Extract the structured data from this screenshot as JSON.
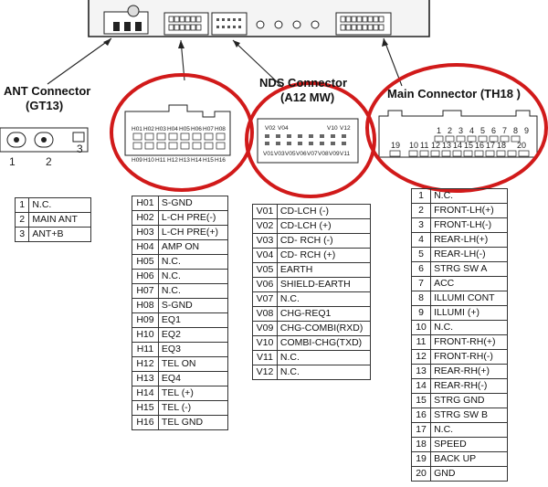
{
  "labels": {
    "ant_connector_title": "ANT Connector",
    "ant_connector_code": "(GT13)",
    "nds_connector_title": "NDS Connector",
    "nds_connector_code": "(A12 MW)",
    "main_connector_title": "Main Connector (TH18 )"
  },
  "ant_connector": {
    "pin_labels": [
      "1",
      "2",
      "3"
    ],
    "pins": [
      {
        "num": "1",
        "name": "N.C."
      },
      {
        "num": "2",
        "name": "MAIN ANT"
      },
      {
        "num": "3",
        "name": "ANT+B"
      }
    ]
  },
  "h_connector": {
    "top_labels": [
      "H01",
      "H02",
      "H03",
      "H04",
      "H05",
      "H06",
      "H07",
      "H08"
    ],
    "bottom_labels": [
      "H09",
      "H10",
      "H11",
      "H12",
      "H13",
      "H14",
      "H15",
      "H16"
    ],
    "pins": [
      {
        "num": "H01",
        "name": "S-GND"
      },
      {
        "num": "H02",
        "name": "L-CH PRE(-)"
      },
      {
        "num": "H03",
        "name": "L-CH PRE(+)"
      },
      {
        "num": "H04",
        "name": "AMP ON"
      },
      {
        "num": "H05",
        "name": "N.C."
      },
      {
        "num": "H06",
        "name": "N.C."
      },
      {
        "num": "H07",
        "name": "N.C."
      },
      {
        "num": "H08",
        "name": "S-GND"
      },
      {
        "num": "H09",
        "name": "EQ1"
      },
      {
        "num": "H10",
        "name": "EQ2"
      },
      {
        "num": "H11",
        "name": "EQ3"
      },
      {
        "num": "H12",
        "name": "TEL ON"
      },
      {
        "num": "H13",
        "name": "EQ4"
      },
      {
        "num": "H14",
        "name": "TEL (+)"
      },
      {
        "num": "H15",
        "name": "TEL (-)"
      },
      {
        "num": "H16",
        "name": "TEL GND"
      }
    ]
  },
  "nds_connector": {
    "top_labels": [
      "V02",
      "V04",
      "V10",
      "V12"
    ],
    "bottom_labels": [
      "V01",
      "V03",
      "V05",
      "V06",
      "V07",
      "V08",
      "V09",
      "V11"
    ],
    "pins": [
      {
        "num": "V01",
        "name": "CD-LCH (-)"
      },
      {
        "num": "V02",
        "name": "CD-LCH (+)"
      },
      {
        "num": "V03",
        "name": "CD- RCH (-)"
      },
      {
        "num": "V04",
        "name": "CD- RCH (+)"
      },
      {
        "num": "V05",
        "name": "EARTH"
      },
      {
        "num": "V06",
        "name": "SHIELD-EARTH"
      },
      {
        "num": "V07",
        "name": "N.C."
      },
      {
        "num": "V08",
        "name": "CHG-REQ1"
      },
      {
        "num": "V09",
        "name": "CHG-COMBI(RXD)"
      },
      {
        "num": "V10",
        "name": "COMBI-CHG(TXD)"
      },
      {
        "num": "V11",
        "name": "N.C."
      },
      {
        "num": "V12",
        "name": "N.C."
      }
    ]
  },
  "main_connector": {
    "top_labels": [
      "1",
      "2",
      "3",
      "4",
      "5",
      "6",
      "7",
      "8",
      "9"
    ],
    "bottom_labels": [
      "19",
      "10",
      "11",
      "12",
      "13",
      "14",
      "15",
      "16",
      "17",
      "18",
      "20"
    ],
    "pins": [
      {
        "num": "1",
        "name": "N.C."
      },
      {
        "num": "2",
        "name": "FRONT-LH(+)"
      },
      {
        "num": "3",
        "name": "FRONT-LH(-)"
      },
      {
        "num": "4",
        "name": "REAR-LH(+)"
      },
      {
        "num": "5",
        "name": "REAR-LH(-)"
      },
      {
        "num": "6",
        "name": "STRG SW A"
      },
      {
        "num": "7",
        "name": "ACC"
      },
      {
        "num": "8",
        "name": "ILLUMI CONT"
      },
      {
        "num": "9",
        "name": "ILLUMI (+)"
      },
      {
        "num": "10",
        "name": "N.C."
      },
      {
        "num": "11",
        "name": "FRONT-RH(+)"
      },
      {
        "num": "12",
        "name": "FRONT-RH(-)"
      },
      {
        "num": "13",
        "name": "REAR-RH(+)"
      },
      {
        "num": "14",
        "name": "REAR-RH(-)"
      },
      {
        "num": "15",
        "name": "STRG GND"
      },
      {
        "num": "16",
        "name": "STRG SW B"
      },
      {
        "num": "17",
        "name": "N.C."
      },
      {
        "num": "18",
        "name": "SPEED"
      },
      {
        "num": "19",
        "name": "BACK UP"
      },
      {
        "num": "20",
        "name": "GND"
      }
    ]
  },
  "colors": {
    "highlight_circle": "#d11a1a",
    "line": "#222222",
    "unit_fill": "#f2f2f2"
  }
}
